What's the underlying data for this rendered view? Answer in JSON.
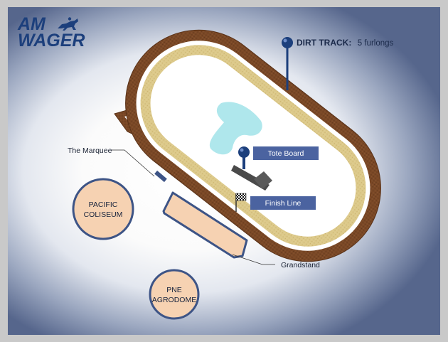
{
  "logo": {
    "line1": "AM",
    "line2": "WAGER"
  },
  "track": {
    "title": "DIRT TRACK:",
    "value": "5 furlongs"
  },
  "tags": {
    "tote_board": "Tote Board",
    "finish_line": "Finish Line"
  },
  "labels": {
    "marquee": "The Marquee",
    "grandstand": "Grandstand",
    "coliseum_line1": "PACIFIC",
    "coliseum_line2": "COLISEUM",
    "agrodome_line1": "PNE",
    "agrodome_line2": "AGRODOME"
  },
  "colors": {
    "outer_track": "#7a4826",
    "inner_track": "#dcc98a",
    "infield": "#ffffff",
    "building_fill": "#f6d2b2",
    "building_stroke": "#3d5486",
    "tag_fill": "#4b63a0",
    "pin": "#1c3f7c",
    "lake": "#a6e4ea"
  },
  "icons": [
    "horse-rider-icon",
    "map-pin-icon",
    "checkered-flag-icon"
  ]
}
